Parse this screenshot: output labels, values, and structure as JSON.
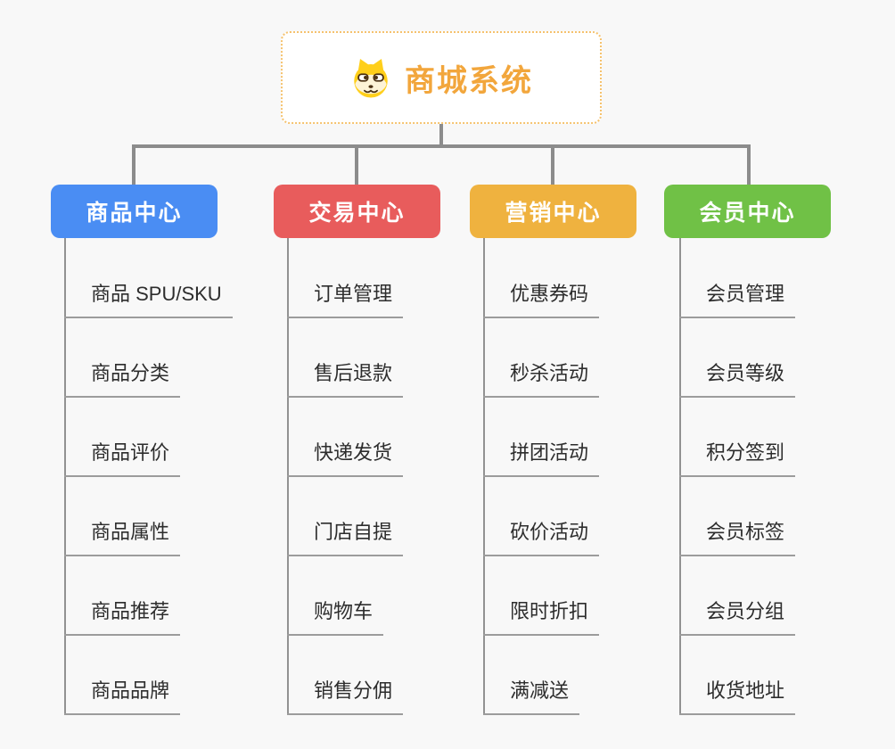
{
  "root": {
    "title": "商城系统",
    "icon": "dog-face-icon"
  },
  "branches": [
    {
      "label": "商品中心",
      "color": "#4a8df3",
      "children": [
        "商品 SPU/SKU",
        "商品分类",
        "商品评价",
        "商品属性",
        "商品推荐",
        "商品品牌"
      ]
    },
    {
      "label": "交易中心",
      "color": "#e85c5c",
      "children": [
        "订单管理",
        "售后退款",
        "快递发货",
        "门店自提",
        "购物车",
        "销售分佣"
      ]
    },
    {
      "label": "营销中心",
      "color": "#efb23f",
      "children": [
        "优惠券码",
        "秒杀活动",
        "拼团活动",
        "砍价活动",
        "限时折扣",
        "满减送"
      ]
    },
    {
      "label": "会员中心",
      "color": "#70c146",
      "children": [
        "会员管理",
        "会员等级",
        "积分签到",
        "会员标签",
        "会员分组",
        "收货地址"
      ]
    }
  ],
  "colors": {
    "background": "#f8f8f8",
    "root_border": "#f5c26e",
    "root_text": "#f2a63c",
    "connector_line": "#8c8c8c",
    "child_underline": "#9c9c9c",
    "child_text": "#2d2d2d"
  }
}
